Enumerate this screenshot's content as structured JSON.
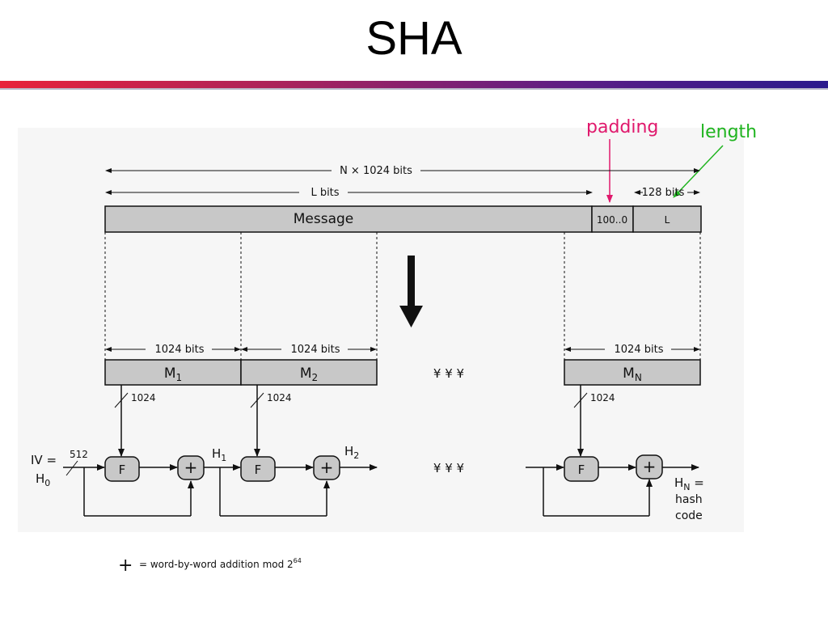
{
  "title": "SHA",
  "annotations": {
    "padding": "padding",
    "length": "length"
  },
  "spans": {
    "total": "N × 1024 bits",
    "message": "L bits",
    "length_field": "128 bits",
    "block_1": "1024  bits",
    "block_2": "1024  bits",
    "block_n": "1024  bits"
  },
  "message_row": {
    "message": "Message",
    "padding": "100..0",
    "length": "L"
  },
  "blocks": [
    {
      "base": "M",
      "sub": "1"
    },
    {
      "base": "M",
      "sub": "2"
    },
    {
      "base": "M",
      "sub": "N"
    }
  ],
  "ellipsis": "¥ ¥ ¥",
  "block_width_label": "1024",
  "iv": {
    "line1": "IV =",
    "line2_base": "H",
    "line2_sub": "0",
    "width": "512"
  },
  "func": "F",
  "adder": "+",
  "hashes": [
    {
      "base": "H",
      "sub": "1"
    },
    {
      "base": "H",
      "sub": "2"
    }
  ],
  "final": {
    "base": "H",
    "sub": "N",
    "eq": " =",
    "line2": "hash",
    "line3": "code"
  },
  "legend": {
    "symbol": "+",
    "text": "= word-by-word addition mod 2",
    "exp": "64"
  },
  "colors": {
    "padding": "#e0186c",
    "length": "#1fb41f",
    "box_fill": "#c8c8c8",
    "rule_start": "#e8213a",
    "rule_end": "#2a1a8c"
  }
}
